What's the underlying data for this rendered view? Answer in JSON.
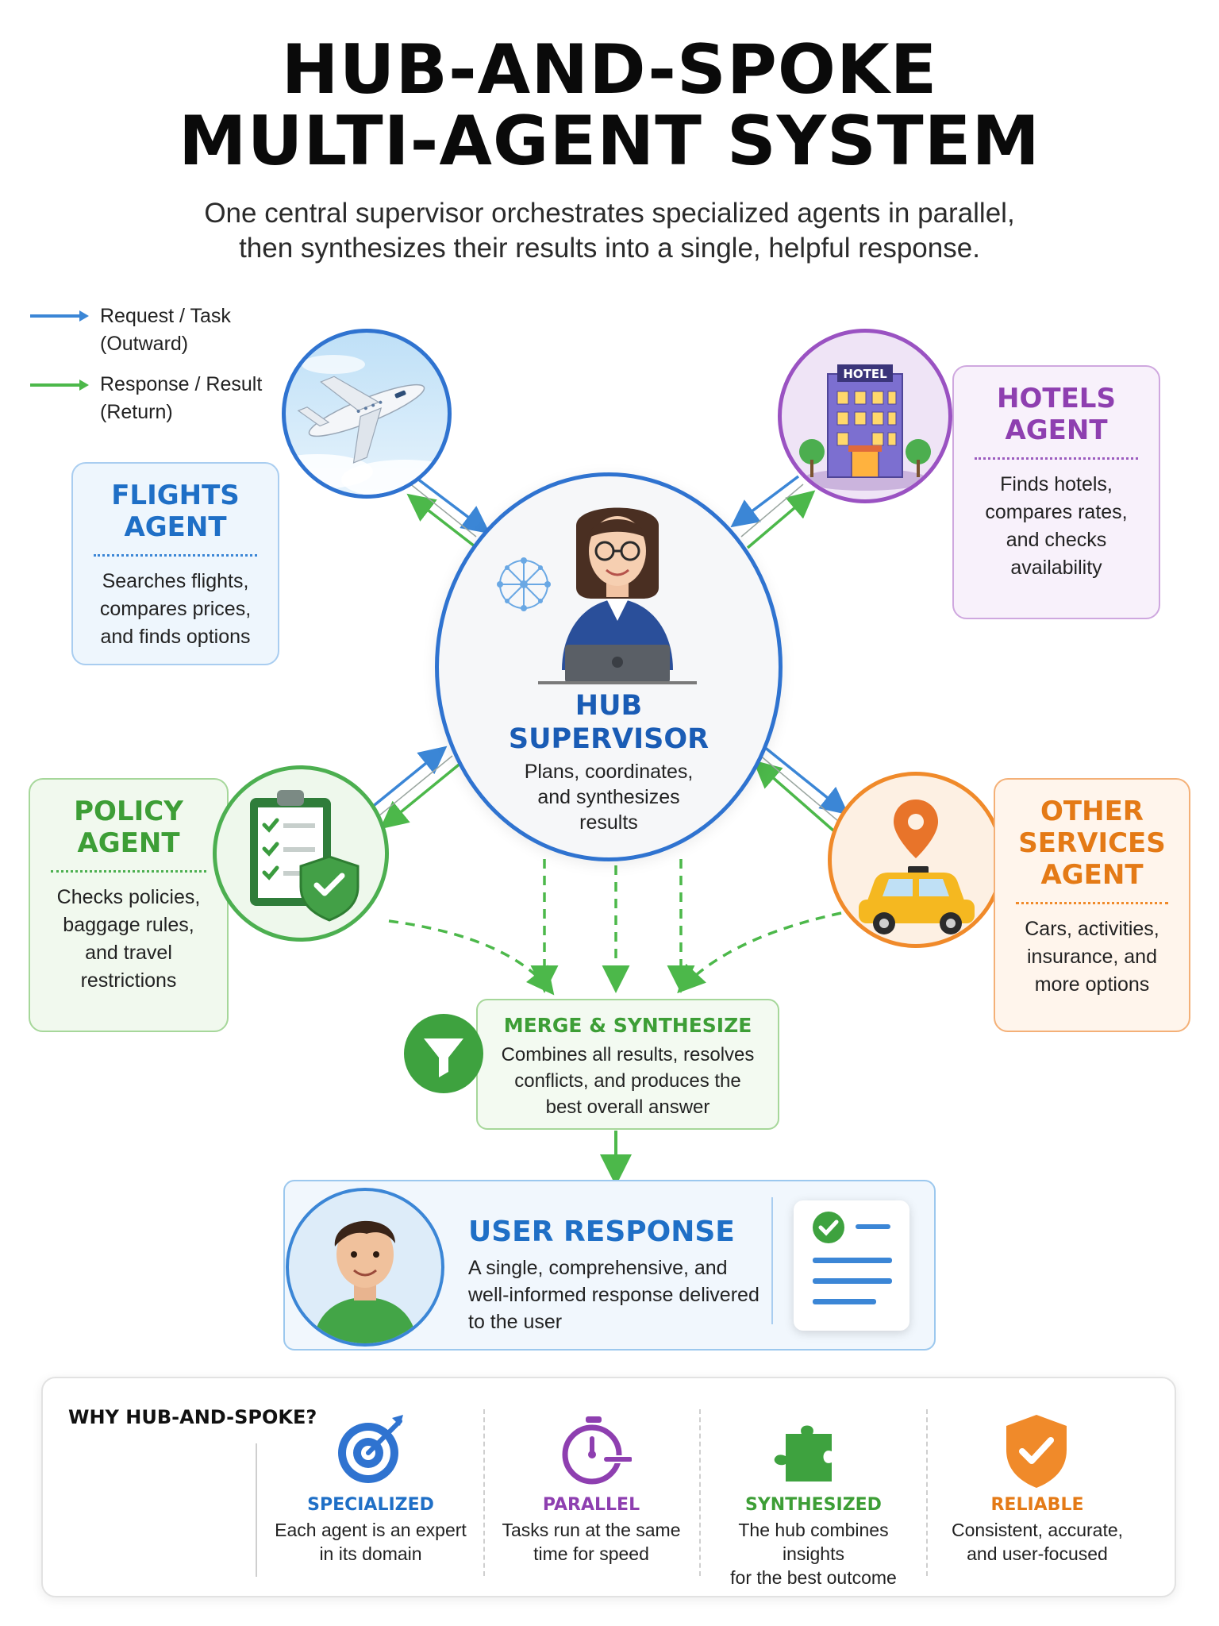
{
  "header": {
    "title_line1": "HUB-AND-SPOKE",
    "title_line2": "MULTI-AGENT SYSTEM",
    "subtitle_line1": "One central supervisor orchestrates specialized agents in parallel,",
    "subtitle_line2": "then synthesizes their results into a single, helpful response."
  },
  "legend": {
    "request_line1": "Request / Task",
    "request_line2": "(Outward)",
    "response_line1": "Response / Result",
    "response_line2": "(Return)",
    "request_color": "#3b86d6",
    "response_color": "#4cb84a"
  },
  "hub": {
    "title_line1": "HUB",
    "title_line2": "SUPERVISOR",
    "desc_line1": "Plans, coordinates,",
    "desc_line2": "and synthesizes",
    "desc_line3": "results"
  },
  "agents": {
    "flights": {
      "name_line1": "FLIGHTS",
      "name_line2": "AGENT",
      "desc": [
        "Searches flights,",
        "compares prices,",
        "and finds options"
      ],
      "color": "#1f6fc6",
      "icon": "airplane-icon"
    },
    "hotels": {
      "name_line1": "HOTELS",
      "name_line2": "AGENT",
      "desc": [
        "Finds hotels,",
        "compares rates,",
        "and checks",
        "availability"
      ],
      "sign": "HOTEL",
      "color": "#8e3fb0",
      "icon": "hotel-icon"
    },
    "policy": {
      "name_line1": "POLICY",
      "name_line2": "AGENT",
      "desc": [
        "Checks policies,",
        "baggage rules,",
        "and travel",
        "restrictions"
      ],
      "color": "#3d9e36",
      "icon": "clipboard-shield-icon"
    },
    "other": {
      "name_line1": "OTHER",
      "name_line2": "SERVICES",
      "name_line3": "AGENT",
      "desc": [
        "Cars, activities,",
        "insurance, and",
        "more options"
      ],
      "color": "#e47a16",
      "icon": "taxi-icon"
    }
  },
  "merge": {
    "title": "MERGE & SYNTHESIZE",
    "desc_line1": "Combines all results, resolves",
    "desc_line2": "conflicts, and produces the",
    "desc_line3": "best overall answer",
    "icon": "funnel-icon"
  },
  "user_response": {
    "title": "USER RESPONSE",
    "desc_line1": "A single, comprehensive, and",
    "desc_line2": "well-informed response delivered",
    "desc_line3": "to the user",
    "icon": "checklist-icon"
  },
  "why": {
    "title": "WHY HUB-AND-SPOKE?",
    "items": [
      {
        "label": "SPECIALIZED",
        "desc_line1": "Each agent is an expert",
        "desc_line2": "in its domain",
        "color": "#1f6fc6",
        "icon": "target-icon"
      },
      {
        "label": "PARALLEL",
        "desc_line1": "Tasks run at the same",
        "desc_line2": "time for speed",
        "color": "#8e3fb0",
        "icon": "stopwatch-icon"
      },
      {
        "label": "SYNTHESIZED",
        "desc_line1": "The hub combines insights",
        "desc_line2": "for the best outcome",
        "color": "#3d9e36",
        "icon": "puzzle-icon"
      },
      {
        "label": "RELIABLE",
        "desc_line1": "Consistent, accurate,",
        "desc_line2": "and user-focused",
        "color": "#e47a16",
        "icon": "shield-check-icon"
      }
    ]
  }
}
